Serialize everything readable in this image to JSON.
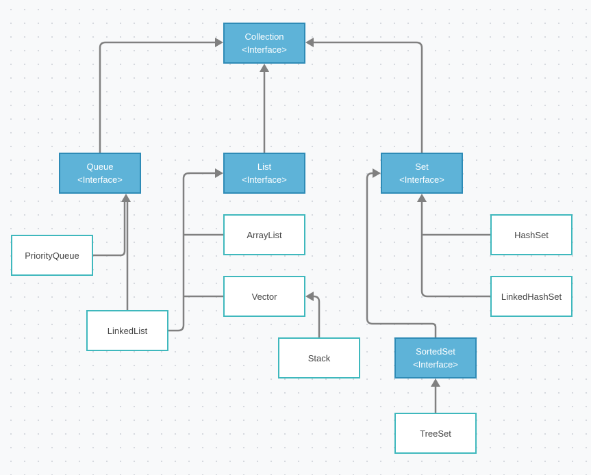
{
  "diagram": {
    "colors": {
      "interface_fill": "#5eb3d8",
      "interface_border": "#2e8bb6",
      "class_border": "#3fb8bd",
      "connector": "#808080"
    },
    "nodes": {
      "collection": {
        "name": "Collection",
        "stereotype": "<Interface>"
      },
      "queue": {
        "name": "Queue",
        "stereotype": "<Interface>"
      },
      "list": {
        "name": "List",
        "stereotype": "<Interface>"
      },
      "set": {
        "name": "Set",
        "stereotype": "<Interface>"
      },
      "sortedset": {
        "name": "SortedSet",
        "stereotype": "<Interface>"
      },
      "priorityqueue": {
        "name": "PriorityQueue"
      },
      "linkedlist": {
        "name": "LinkedList"
      },
      "arraylist": {
        "name": "ArrayList"
      },
      "vector": {
        "name": "Vector"
      },
      "stack": {
        "name": "Stack"
      },
      "hashset": {
        "name": "HashSet"
      },
      "linkedhashset": {
        "name": "LinkedHashSet"
      },
      "treeset": {
        "name": "TreeSet"
      }
    },
    "relations": [
      {
        "from": "Queue",
        "to": "Collection"
      },
      {
        "from": "List",
        "to": "Collection"
      },
      {
        "from": "Set",
        "to": "Collection"
      },
      {
        "from": "PriorityQueue",
        "to": "Queue"
      },
      {
        "from": "LinkedList",
        "to": "Queue"
      },
      {
        "from": "LinkedList",
        "to": "List"
      },
      {
        "from": "ArrayList",
        "to": "List"
      },
      {
        "from": "Vector",
        "to": "List"
      },
      {
        "from": "Stack",
        "to": "Vector"
      },
      {
        "from": "HashSet",
        "to": "Set"
      },
      {
        "from": "LinkedHashSet",
        "to": "Set"
      },
      {
        "from": "SortedSet",
        "to": "Set"
      },
      {
        "from": "TreeSet",
        "to": "SortedSet"
      }
    ]
  }
}
